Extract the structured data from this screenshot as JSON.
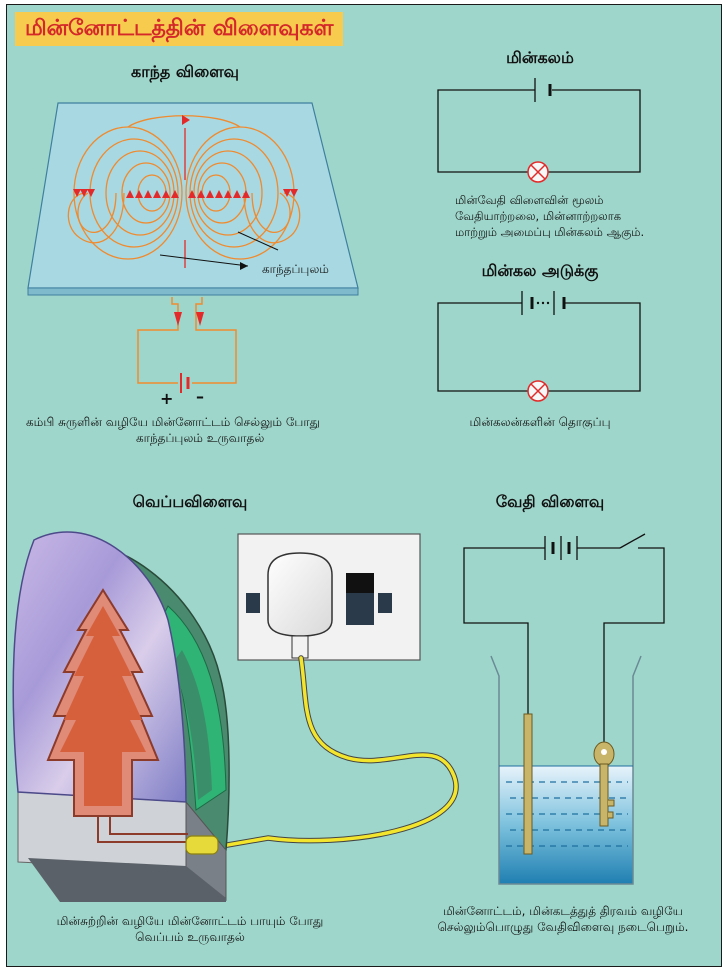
{
  "title": "மின்னோட்டத்தின் விளைவுகள்",
  "magnetic": {
    "heading": "காந்த விளைவு",
    "field_label": "காந்தப்புலம்",
    "plus": "+",
    "minus": "–",
    "caption_line1": "கம்பி சுருளின் வழியே மின்னோட்டம் செல்லும் போது",
    "caption_line2": "காந்தப்புலம் உருவாதல்"
  },
  "cell": {
    "heading": "மின்கலம்",
    "caption_line1": "மின்வேதி விளைவின் மூலம்",
    "caption_line2": "வேதியாற்றலை, மின்னாற்றலாக",
    "caption_line3": "மாற்றும் அமைப்பு மின்கலம் ஆகும்."
  },
  "battery": {
    "heading": "மின்கல அடுக்கு",
    "caption": "மின்கலன்களின் தொகுப்பு"
  },
  "heating": {
    "heading": "வெப்பவிளைவு",
    "caption_line1": "மின்சுற்றின் வழியே மின்னோட்டம் பாயும் போது",
    "caption_line2": "வெப்பம் உருவாதல்"
  },
  "chemical": {
    "heading": "வேதி விளைவு",
    "caption_line1": "மின்னோட்டம், மின்கடத்துத் திரவம் வழியே",
    "caption_line2": "செல்லும்பொழுது வேதிவிளைவு நடைபெறும்."
  },
  "colors": {
    "panel_bg": "#9fd6cb",
    "title_bg": "#f7cb4d",
    "title_text": "#d4282a",
    "field_lines": "#f08a2e",
    "arrow_red": "#e32929"
  }
}
